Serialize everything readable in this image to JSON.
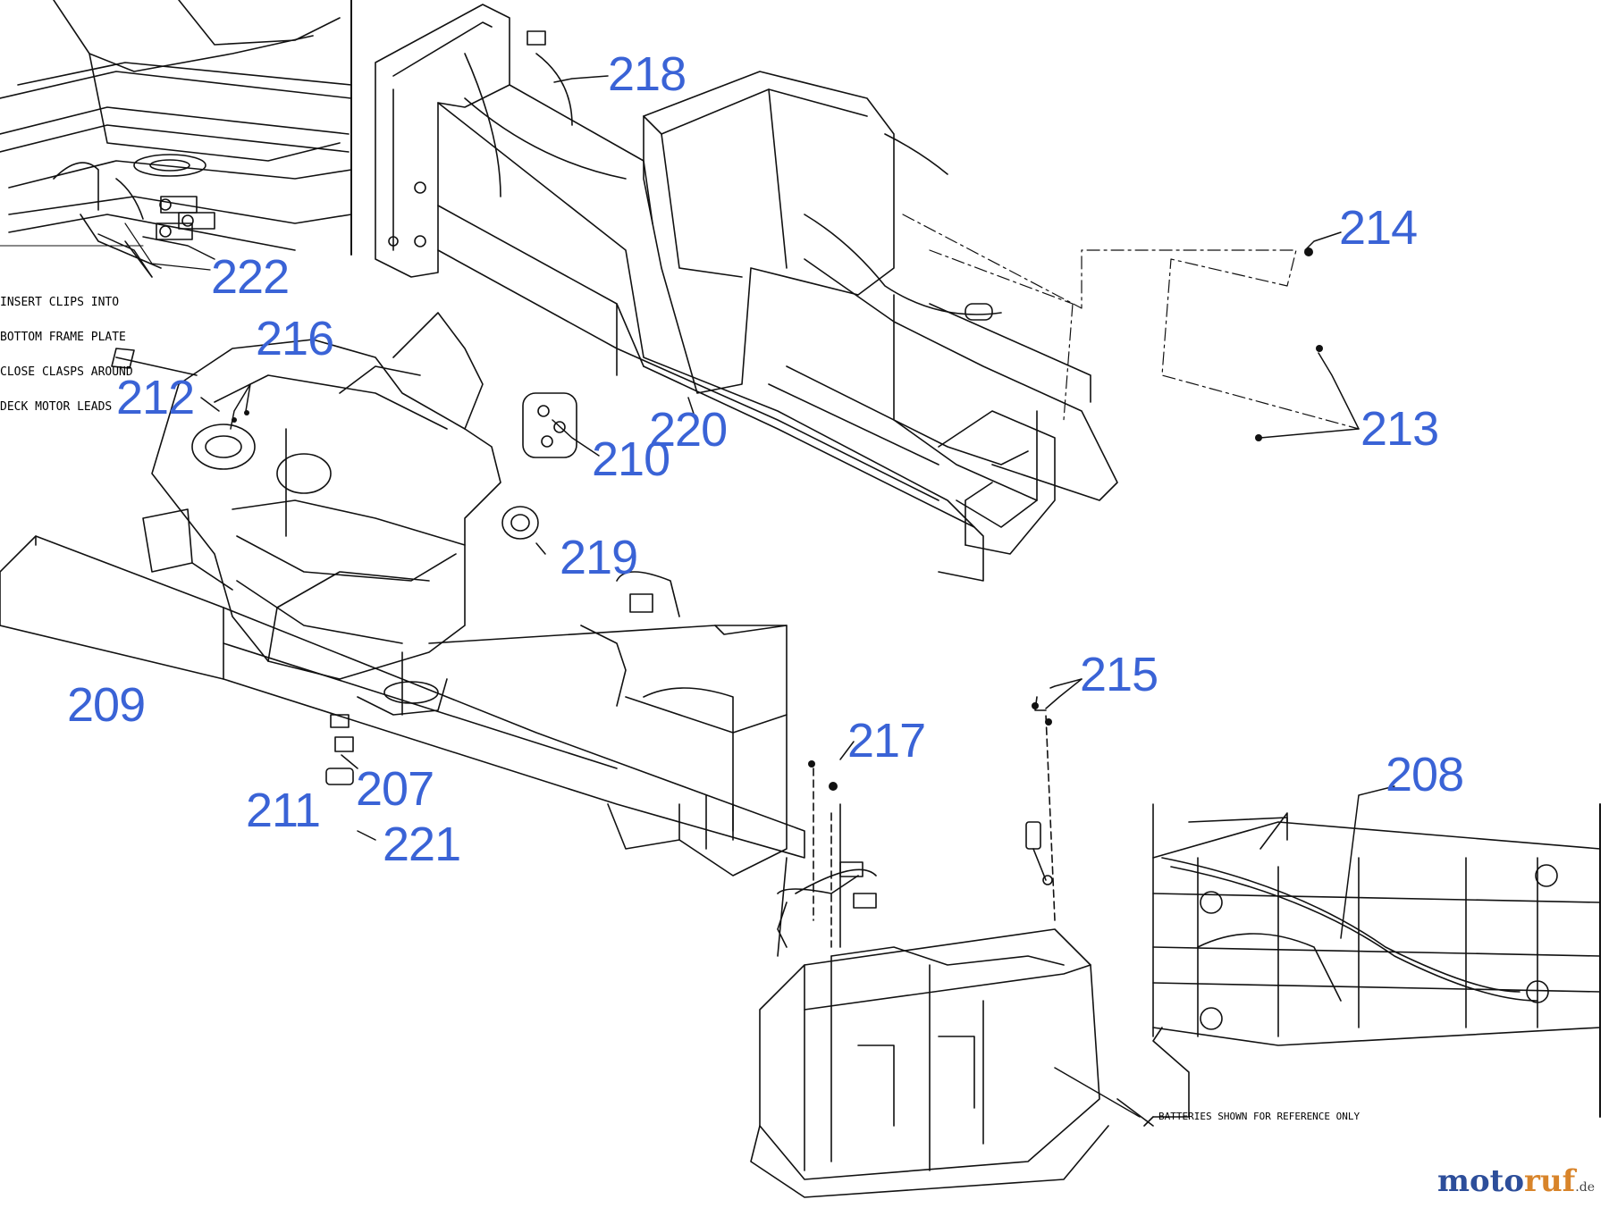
{
  "callouts": {
    "c207": "207",
    "c208": "208",
    "c209": "209",
    "c210": "210",
    "c211": "211",
    "c212": "212",
    "c213": "213",
    "c214": "214",
    "c215": "215",
    "c216": "216",
    "c217": "217",
    "c218": "218",
    "c219": "219",
    "c220": "220",
    "c221": "221",
    "c222": "222"
  },
  "notes": {
    "clip_note_line1": "INSERT CLIPS INTO",
    "clip_note_line2": "BOTTOM FRAME PLATE",
    "clip_note_line3": "CLOSE CLASPS AROUND",
    "clip_note_line4": "DECK MOTOR LEADS",
    "battery_note": "BATTERIES SHOWN FOR REFERENCE ONLY"
  },
  "watermark": {
    "brand_part1": "moto",
    "brand_part2": "ruf",
    "brand_suffix": ".de",
    "color1": "#2d4e9a",
    "color2": "#d8842a"
  },
  "colors": {
    "callout": "#3a63d6",
    "line": "#111111"
  }
}
